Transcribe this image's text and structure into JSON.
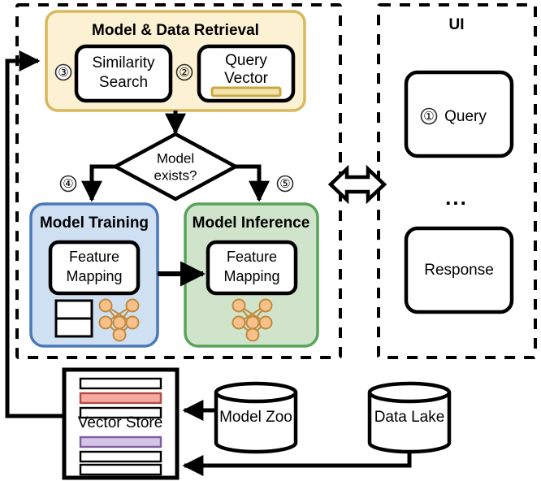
{
  "diagram": {
    "title": "Model & Data Retrieval architecture flow",
    "colors": {
      "retrieval_fill": "#fcf1d3",
      "retrieval_stroke": "#d8b85c",
      "training_fill": "#cfe0f3",
      "training_stroke": "#4a78b8",
      "inference_fill": "#cfe4cb",
      "inference_stroke": "#58a35a",
      "node_stroke": "#000000",
      "nn_node": "#f8c18c",
      "nn_edge": "#c08a3e",
      "vector_bar_red": "#f4a9a0",
      "vector_bar_purple": "#d6c3e8",
      "query_vector_bar": "#e0c96a",
      "panel_dash": "#000000"
    },
    "panels": {
      "backend": {
        "name": "backend-panel",
        "label": ""
      },
      "ui": {
        "name": "ui-panel",
        "label": "UI"
      }
    },
    "groups": {
      "retrieval": {
        "label": "Model & Data Retrieval",
        "nodes": [
          {
            "label_line1": "Similarity",
            "label_line2": "Search"
          },
          {
            "label_line1": "Query",
            "label_line2": "Vector"
          }
        ]
      },
      "training": {
        "label": "Model Training",
        "node": {
          "label_line1": "Feature",
          "label_line2": "Mapping"
        }
      },
      "inference": {
        "label": "Model Inference",
        "node": {
          "label_line1": "Feature",
          "label_line2": "Mapping"
        }
      }
    },
    "decision": {
      "label_line1": "Model",
      "label_line2": "exists?"
    },
    "markers": {
      "one": "①",
      "two": "②",
      "three": "③",
      "four": "④",
      "five": "⑤"
    },
    "ui_nodes": {
      "query": "Query",
      "ellipsis": "...",
      "response": "Response"
    },
    "stores": {
      "vector_store": "Vector Store",
      "model_zoo": "Model Zoo",
      "data_lake": "Data Lake"
    }
  }
}
